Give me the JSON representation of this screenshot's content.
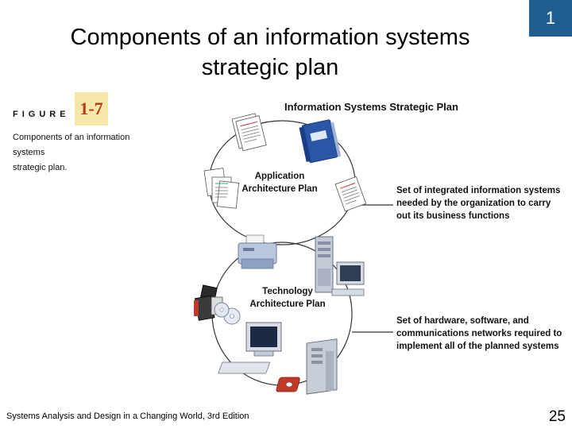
{
  "slide": {
    "title_line1": "Components of an information systems",
    "title_line2": "strategic plan",
    "chapter": "1",
    "footer": "Systems Analysis and Design in a Changing World, 3rd Edition",
    "page_number": "25"
  },
  "figure": {
    "word": "FIGURE",
    "number": "1-7",
    "caption_line1": "Components of an information systems",
    "caption_line2": "strategic plan."
  },
  "diagram": {
    "heading": "Information Systems Strategic Plan",
    "application_plan": {
      "line1": "Application",
      "line2": "Architecture Plan",
      "description": [
        "Set of integrated information systems",
        "needed by the organization to carry",
        "out its business functions"
      ]
    },
    "technology_plan": {
      "line1": "Technology",
      "line2": "Architecture Plan",
      "description": [
        "Set of hardware, software, and",
        "communications networks required to",
        "implement all of the planned systems"
      ]
    }
  },
  "colors": {
    "chapter_box": "#1f5f8f",
    "connector": "#333333",
    "binder": "#2a56a8",
    "figure_number_bg": "#f4e7a8",
    "figure_number_text": "#b23a1a"
  }
}
